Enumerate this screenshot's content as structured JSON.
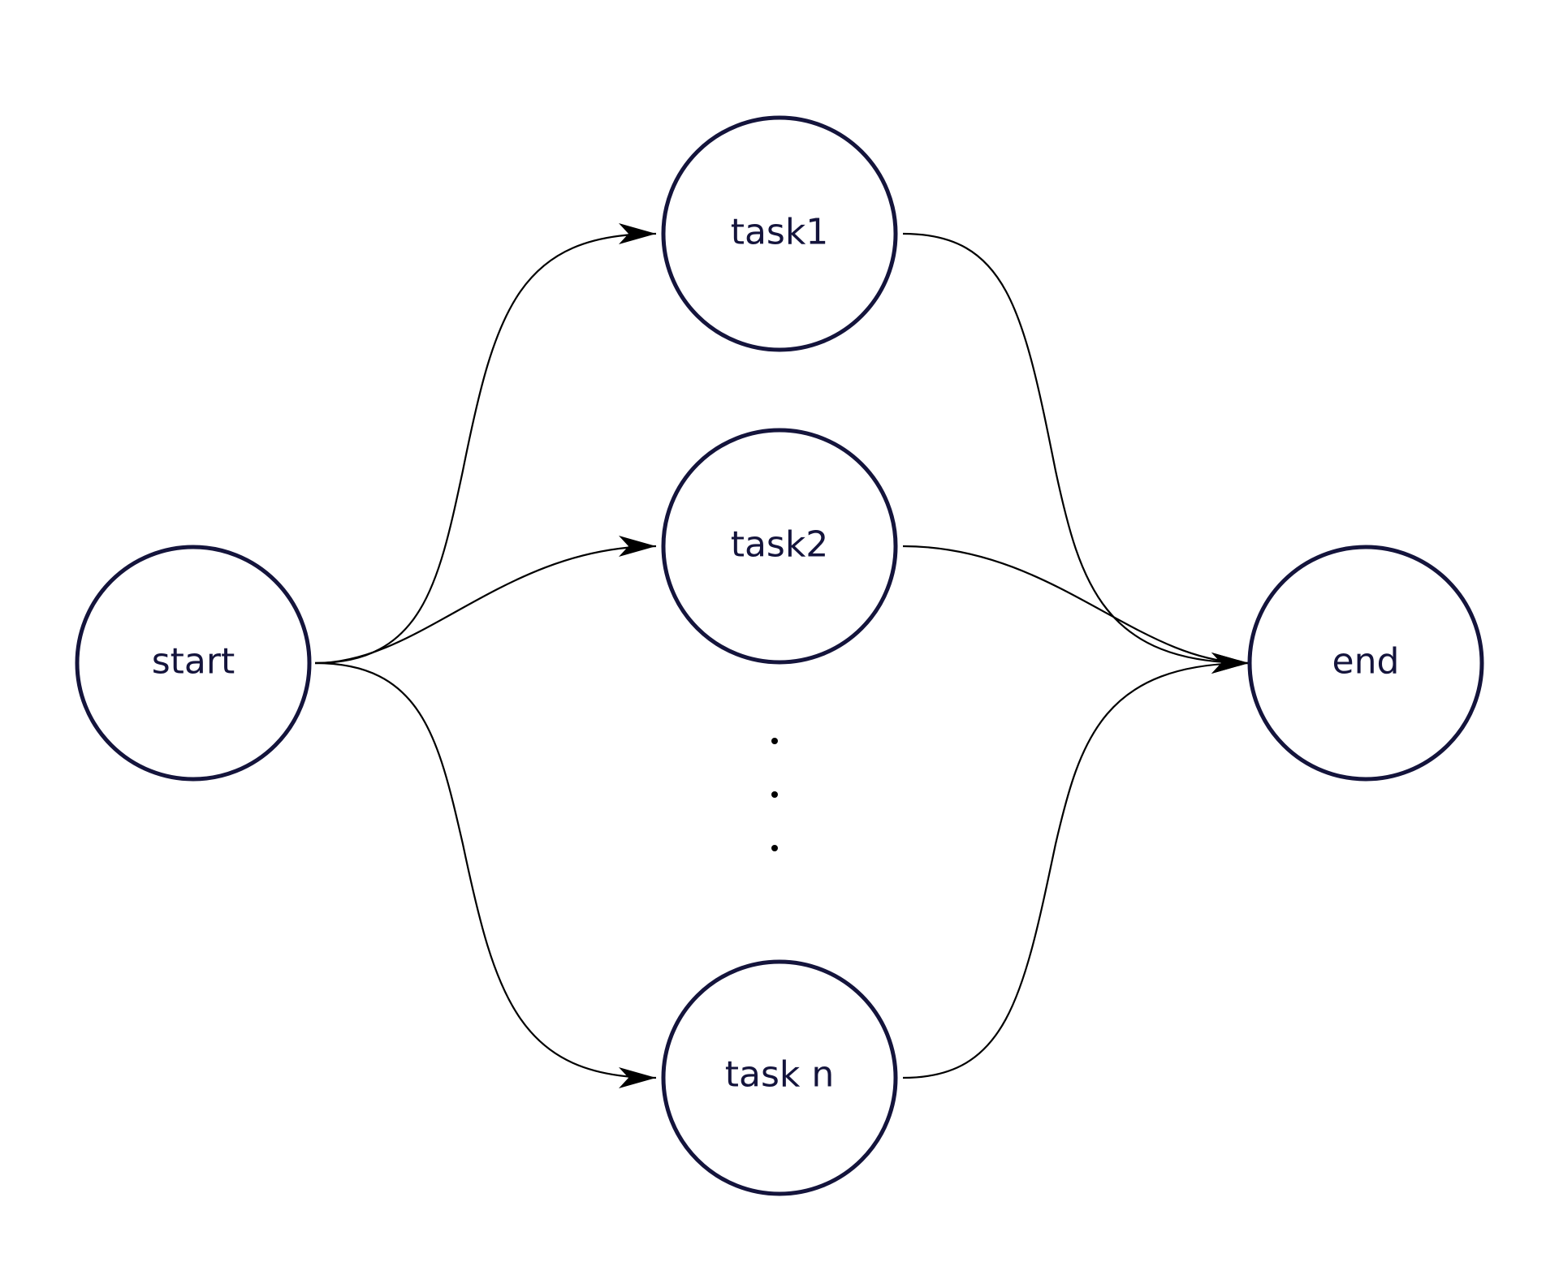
{
  "diagram": {
    "nodes": [
      {
        "id": "start",
        "label": "start"
      },
      {
        "id": "task1",
        "label": "task1"
      },
      {
        "id": "task2",
        "label": "task2"
      },
      {
        "id": "taskn",
        "label": "task n"
      },
      {
        "id": "end",
        "label": "end"
      }
    ],
    "edges": [
      {
        "from": "start",
        "to": "task1"
      },
      {
        "from": "start",
        "to": "task2"
      },
      {
        "from": "start",
        "to": "taskn"
      },
      {
        "from": "task1",
        "to": "end"
      },
      {
        "from": "task2",
        "to": "end"
      },
      {
        "from": "taskn",
        "to": "end"
      }
    ],
    "colors": {
      "node_stroke": "#14143c",
      "edge_stroke": "#000000"
    }
  }
}
